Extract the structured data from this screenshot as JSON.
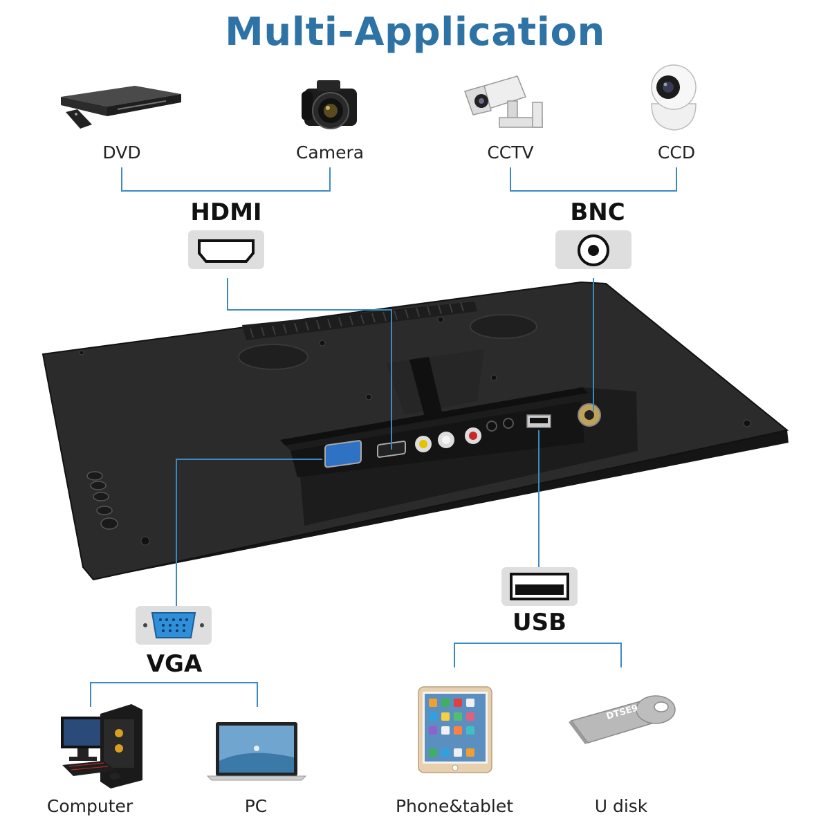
{
  "title": "Multi-Application",
  "top_devices": {
    "dvd": "DVD",
    "camera": "Camera",
    "cctv": "CCTV",
    "ccd": "CCD"
  },
  "ports": {
    "hdmi": "HDMI",
    "bnc": "BNC",
    "vga": "VGA",
    "usb": "USB"
  },
  "bottom_devices": {
    "computer": "Computer",
    "pc": "PC",
    "phone_tablet": "Phone&tablet",
    "u_disk": "U disk"
  },
  "colors": {
    "title": "#2e73a6",
    "connector_line": "#3b8ac4",
    "monitor": "#2a2a2a",
    "port_box": "#dedede",
    "vga_port": "#2f8fd8"
  },
  "usb_stick_text": "DTSE9"
}
